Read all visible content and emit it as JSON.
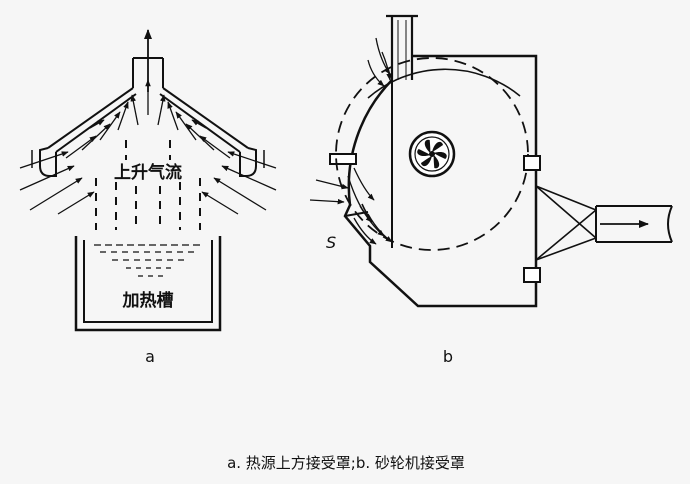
{
  "labels": {
    "rising_airflow": "上升气流",
    "heating_tank": "加热槽",
    "s_marker": "S",
    "sub_a": "a",
    "sub_b": "b",
    "caption": "a. 热源上方接受罩;b. 砂轮机接受罩"
  },
  "colors": {
    "ink": "#111111",
    "background": "#f6f6f6"
  },
  "icons": [
    "grinding-wheel-fan-icon"
  ]
}
